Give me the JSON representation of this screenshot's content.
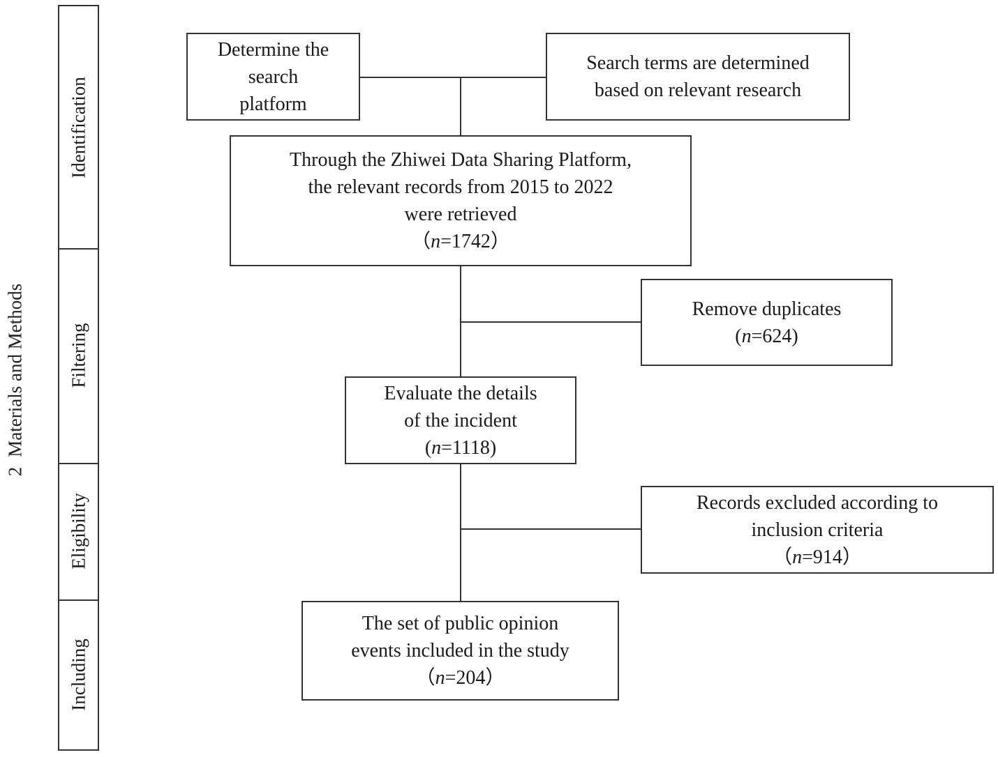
{
  "side_label": {
    "number": "2",
    "text": "Materials and Methods"
  },
  "stages": [
    {
      "label": "Identification"
    },
    {
      "label": "Filtering"
    },
    {
      "label": "Eligibility"
    },
    {
      "label": "Including"
    }
  ],
  "boxes": {
    "platform": {
      "lines": [
        "Determine the",
        "search",
        "platform"
      ]
    },
    "search_terms": {
      "lines": [
        "Search terms are determined",
        "based on relevant research"
      ]
    },
    "retrieved": {
      "lines": [
        "Through the Zhiwei Data Sharing Platform,",
        "the relevant records from 2015 to 2022",
        "were retrieved"
      ],
      "n_open": "（",
      "n_var": "n",
      "n_value": "=1742",
      "n_close": "）"
    },
    "duplicates": {
      "lines": [
        "Remove duplicates"
      ],
      "n_open": "(",
      "n_var": "n",
      "n_value": "=624",
      "n_close": ")"
    },
    "evaluate": {
      "lines": [
        "Evaluate the details",
        "of the incident"
      ],
      "n_open": "(",
      "n_var": "n",
      "n_value": "=1118",
      "n_close": ")"
    },
    "excluded": {
      "lines": [
        "Records excluded according to",
        "inclusion criteria"
      ],
      "n_open": "（",
      "n_var": "n",
      "n_value": "=914",
      "n_close": "）"
    },
    "included": {
      "lines": [
        "The set of public opinion",
        "events included in the study"
      ],
      "n_open": "（",
      "n_var": "n",
      "n_value": "=204",
      "n_close": "）"
    }
  }
}
